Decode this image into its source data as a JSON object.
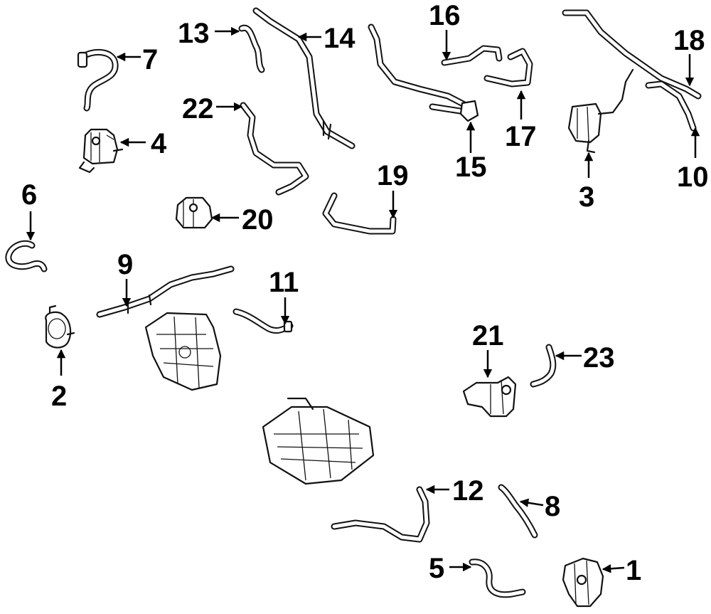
{
  "callouts": [
    "1",
    "2",
    "3",
    "4",
    "5",
    "6",
    "7",
    "8",
    "9",
    "10",
    "11",
    "12",
    "13",
    "14",
    "15",
    "16",
    "17",
    "18",
    "19",
    "20",
    "21",
    "22",
    "23"
  ],
  "parts": [
    {
      "ref": "1",
      "type": "valve-assembly"
    },
    {
      "ref": "2",
      "type": "pump"
    },
    {
      "ref": "3",
      "type": "solenoid-valve"
    },
    {
      "ref": "4",
      "type": "solenoid-valve"
    },
    {
      "ref": "5",
      "type": "hose"
    },
    {
      "ref": "6",
      "type": "hose"
    },
    {
      "ref": "7",
      "type": "hose"
    },
    {
      "ref": "8",
      "type": "hose"
    },
    {
      "ref": "9",
      "type": "pipe"
    },
    {
      "ref": "10",
      "type": "hose"
    },
    {
      "ref": "11",
      "type": "hose"
    },
    {
      "ref": "12",
      "type": "hose"
    },
    {
      "ref": "13",
      "type": "hose"
    },
    {
      "ref": "14",
      "type": "pipe"
    },
    {
      "ref": "15",
      "type": "pipe-assembly"
    },
    {
      "ref": "16",
      "type": "hose"
    },
    {
      "ref": "17",
      "type": "hose"
    },
    {
      "ref": "18",
      "type": "hose"
    },
    {
      "ref": "19",
      "type": "hose"
    },
    {
      "ref": "20",
      "type": "solenoid-valve"
    },
    {
      "ref": "21",
      "type": "solenoid-valve"
    },
    {
      "ref": "22",
      "type": "hose"
    },
    {
      "ref": "23",
      "type": "hose"
    }
  ]
}
